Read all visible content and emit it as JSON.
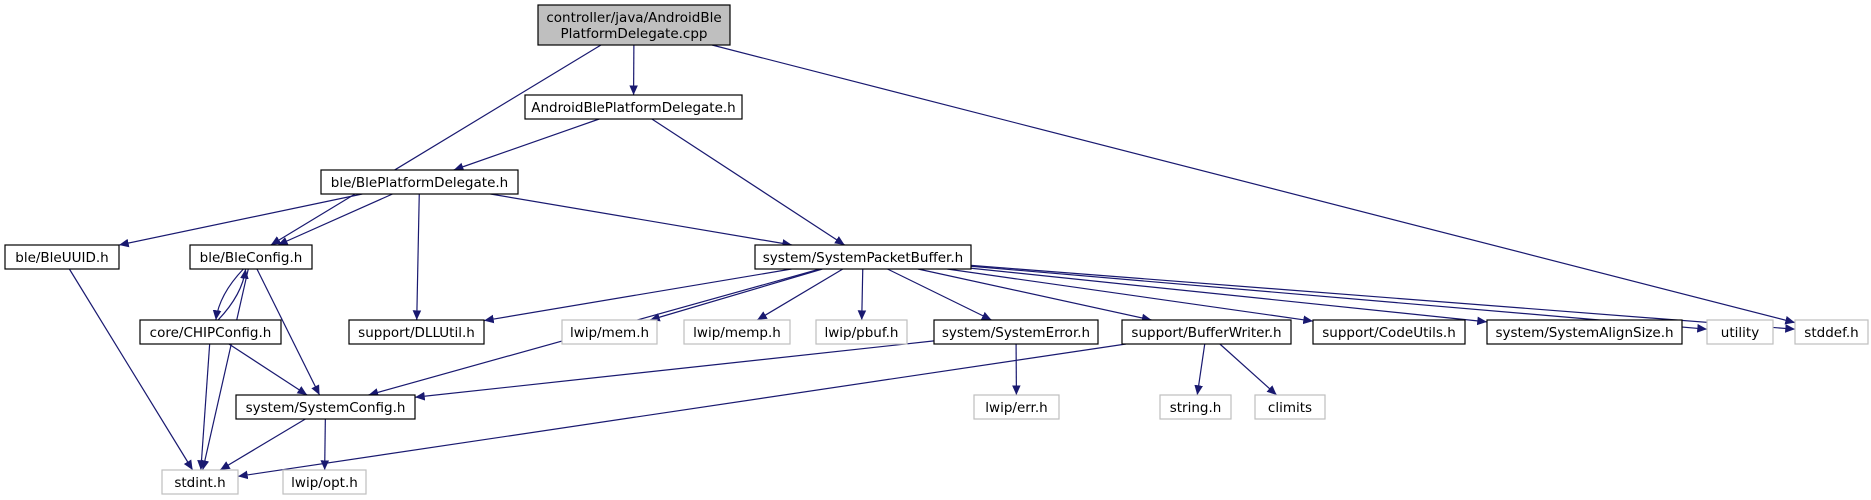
{
  "colors": {
    "edge": "#191970",
    "root_fill": "#bfbfbf",
    "internal_border": "#000000",
    "external_border": "#bfbfbf"
  },
  "nodes": [
    {
      "id": "root",
      "lines": [
        "controller/java/AndroidBle",
        "PlatformDelegate.cpp"
      ],
      "kind": "root"
    },
    {
      "id": "abpd_h",
      "lines": [
        "AndroidBlePlatformDelegate.h"
      ],
      "kind": "internal"
    },
    {
      "id": "ble_bpd_h",
      "lines": [
        "ble/BlePlatformDelegate.h"
      ],
      "kind": "internal"
    },
    {
      "id": "ble_uuid_h",
      "lines": [
        "ble/BleUUID.h"
      ],
      "kind": "internal"
    },
    {
      "id": "ble_config_h",
      "lines": [
        "ble/BleConfig.h"
      ],
      "kind": "internal"
    },
    {
      "id": "spb_h",
      "lines": [
        "system/SystemPacketBuffer.h"
      ],
      "kind": "internal"
    },
    {
      "id": "chip_config_h",
      "lines": [
        "core/CHIPConfig.h"
      ],
      "kind": "internal"
    },
    {
      "id": "dllutil_h",
      "lines": [
        "support/DLLUtil.h"
      ],
      "kind": "internal"
    },
    {
      "id": "lwip_mem_h",
      "lines": [
        "lwip/mem.h"
      ],
      "kind": "external"
    },
    {
      "id": "lwip_memp_h",
      "lines": [
        "lwip/memp.h"
      ],
      "kind": "external"
    },
    {
      "id": "lwip_pbuf_h",
      "lines": [
        "lwip/pbuf.h"
      ],
      "kind": "external"
    },
    {
      "id": "sys_error_h",
      "lines": [
        "system/SystemError.h"
      ],
      "kind": "internal"
    },
    {
      "id": "bufwriter_h",
      "lines": [
        "support/BufferWriter.h"
      ],
      "kind": "internal"
    },
    {
      "id": "codeutils_h",
      "lines": [
        "support/CodeUtils.h"
      ],
      "kind": "internal"
    },
    {
      "id": "alignsize_h",
      "lines": [
        "system/SystemAlignSize.h"
      ],
      "kind": "internal"
    },
    {
      "id": "utility",
      "lines": [
        "utility"
      ],
      "kind": "external"
    },
    {
      "id": "stddef_h",
      "lines": [
        "stddef.h"
      ],
      "kind": "external"
    },
    {
      "id": "sys_config_h",
      "lines": [
        "system/SystemConfig.h"
      ],
      "kind": "internal"
    },
    {
      "id": "lwip_err_h",
      "lines": [
        "lwip/err.h"
      ],
      "kind": "external"
    },
    {
      "id": "string_h",
      "lines": [
        "string.h"
      ],
      "kind": "external"
    },
    {
      "id": "climits",
      "lines": [
        "climits"
      ],
      "kind": "external"
    },
    {
      "id": "stdint_h",
      "lines": [
        "stdint.h"
      ],
      "kind": "external"
    },
    {
      "id": "lwip_opt_h",
      "lines": [
        "lwip/opt.h"
      ],
      "kind": "external"
    }
  ],
  "edges": [
    [
      "root",
      "abpd_h"
    ],
    [
      "root",
      "ble_config_h"
    ],
    [
      "root",
      "stddef_h"
    ],
    [
      "abpd_h",
      "ble_bpd_h"
    ],
    [
      "abpd_h",
      "spb_h"
    ],
    [
      "ble_bpd_h",
      "ble_uuid_h"
    ],
    [
      "ble_bpd_h",
      "ble_config_h"
    ],
    [
      "ble_bpd_h",
      "dllutil_h"
    ],
    [
      "ble_bpd_h",
      "spb_h"
    ],
    [
      "ble_uuid_h",
      "stdint_h"
    ],
    [
      "ble_config_h",
      "chip_config_h"
    ],
    [
      "ble_config_h",
      "sys_config_h"
    ],
    [
      "ble_config_h",
      "stdint_h"
    ],
    [
      "chip_config_h",
      "ble_config_h"
    ],
    [
      "chip_config_h",
      "sys_config_h"
    ],
    [
      "chip_config_h",
      "stdint_h"
    ],
    [
      "spb_h",
      "dllutil_h"
    ],
    [
      "spb_h",
      "lwip_mem_h"
    ],
    [
      "spb_h",
      "lwip_memp_h"
    ],
    [
      "spb_h",
      "lwip_pbuf_h"
    ],
    [
      "spb_h",
      "sys_error_h"
    ],
    [
      "spb_h",
      "bufwriter_h"
    ],
    [
      "spb_h",
      "codeutils_h"
    ],
    [
      "spb_h",
      "alignsize_h"
    ],
    [
      "spb_h",
      "utility"
    ],
    [
      "spb_h",
      "stddef_h"
    ],
    [
      "spb_h",
      "sys_config_h"
    ],
    [
      "sys_error_h",
      "sys_config_h"
    ],
    [
      "sys_error_h",
      "lwip_err_h"
    ],
    [
      "bufwriter_h",
      "string_h"
    ],
    [
      "bufwriter_h",
      "climits"
    ],
    [
      "bufwriter_h",
      "stdint_h"
    ],
    [
      "sys_config_h",
      "stdint_h"
    ],
    [
      "sys_config_h",
      "lwip_opt_h"
    ]
  ]
}
